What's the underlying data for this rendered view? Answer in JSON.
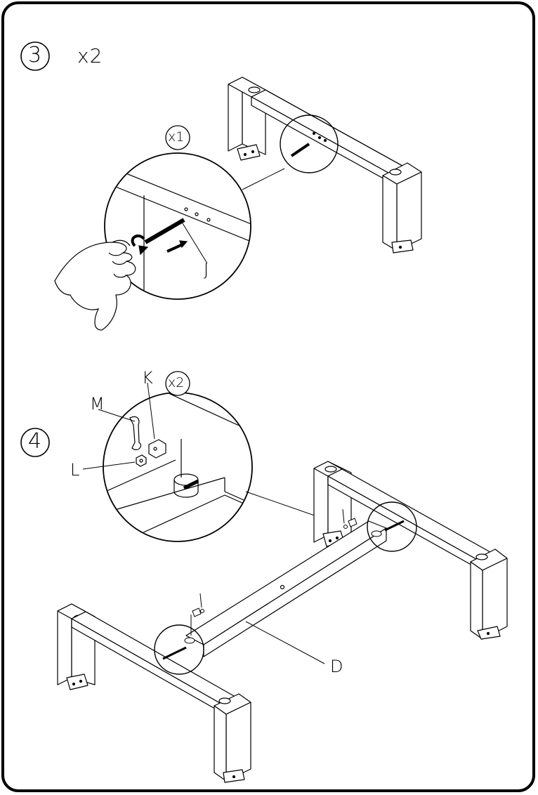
{
  "step3": {
    "number": "3",
    "quantity": "x2",
    "detail_quantity": "x1",
    "part_label": "J"
  },
  "step4": {
    "number": "4",
    "detail_quantity": "x2",
    "parts": {
      "K": "K",
      "M": "M",
      "L": "L"
    },
    "beam_label": "D"
  }
}
